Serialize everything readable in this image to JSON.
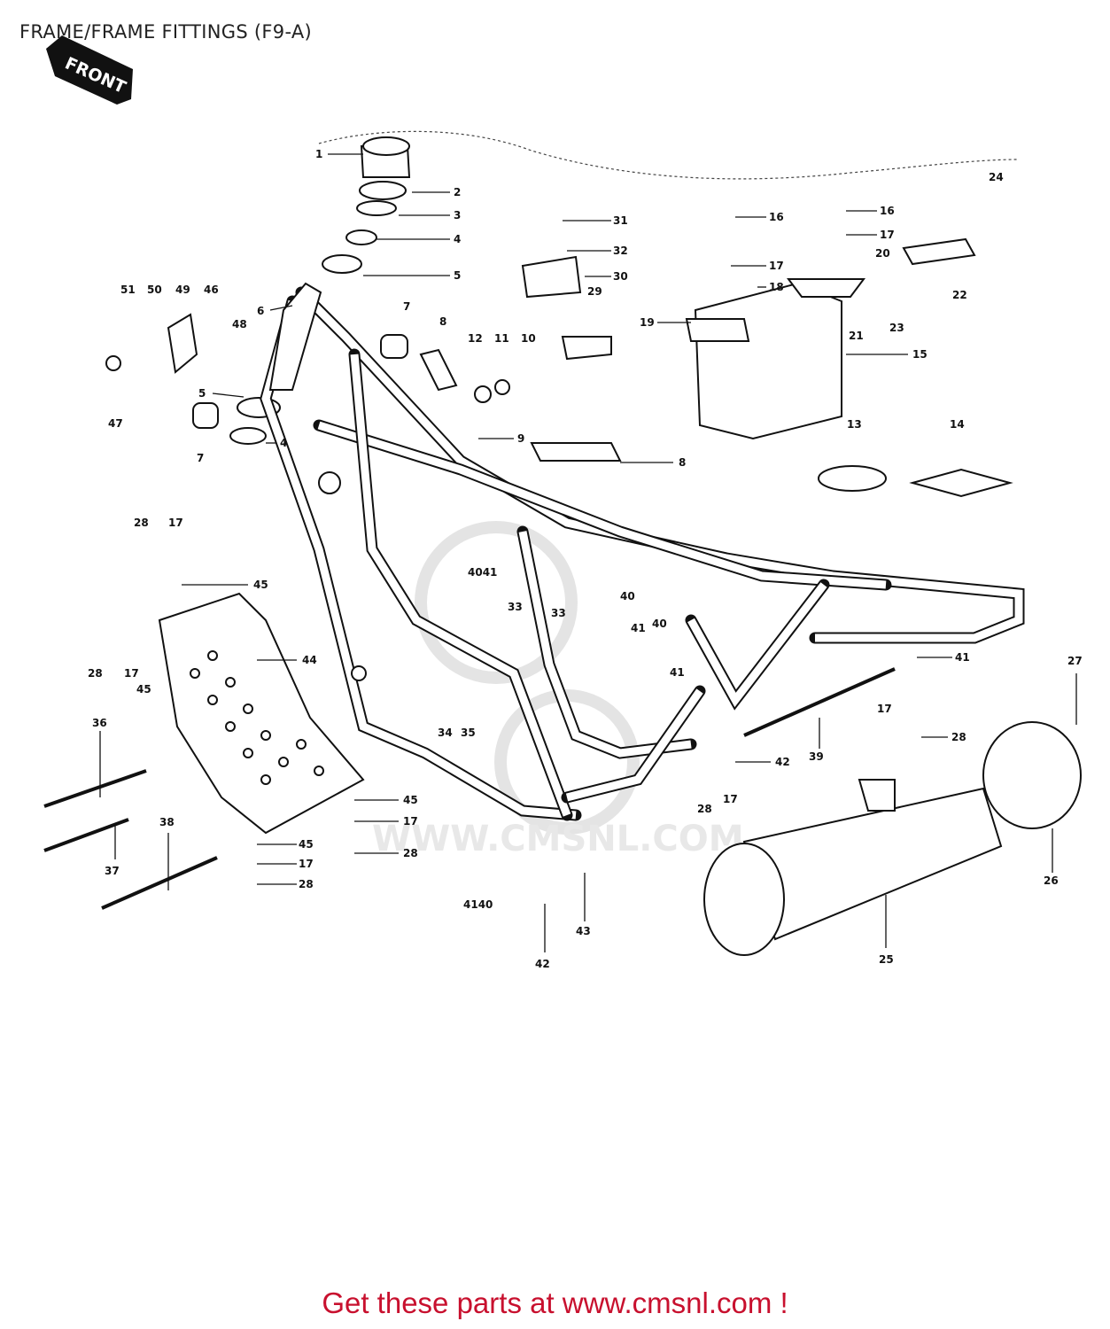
{
  "title": "FRAME/FRAME FITTINGS (F9-A)",
  "front_badge": "FRONT",
  "watermark": "WWW.CMSNL.COM",
  "footer": "Get these parts at www.cmsnl.com !",
  "callouts": [
    {
      "id": "c1",
      "text": "1"
    },
    {
      "id": "c2",
      "text": "2"
    },
    {
      "id": "c3",
      "text": "3"
    },
    {
      "id": "c4a",
      "text": "4"
    },
    {
      "id": "c5a",
      "text": "5"
    },
    {
      "id": "c6",
      "text": "6"
    },
    {
      "id": "c5b",
      "text": "5"
    },
    {
      "id": "c4b",
      "text": "4"
    },
    {
      "id": "c7a",
      "text": "7"
    },
    {
      "id": "c7b",
      "text": "7"
    },
    {
      "id": "c8a",
      "text": "8"
    },
    {
      "id": "c8b",
      "text": "8"
    },
    {
      "id": "c9",
      "text": "9"
    },
    {
      "id": "c10",
      "text": "10"
    },
    {
      "id": "c11",
      "text": "11"
    },
    {
      "id": "c12",
      "text": "12"
    },
    {
      "id": "c13",
      "text": "13"
    },
    {
      "id": "c14",
      "text": "14"
    },
    {
      "id": "c15",
      "text": "15"
    },
    {
      "id": "c16a",
      "text": "16"
    },
    {
      "id": "c16b",
      "text": "16"
    },
    {
      "id": "c17a",
      "text": "17"
    },
    {
      "id": "c17b",
      "text": "17"
    },
    {
      "id": "c18",
      "text": "18"
    },
    {
      "id": "c19",
      "text": "19"
    },
    {
      "id": "c20",
      "text": "20"
    },
    {
      "id": "c21",
      "text": "21"
    },
    {
      "id": "c22",
      "text": "22"
    },
    {
      "id": "c23",
      "text": "23"
    },
    {
      "id": "c24",
      "text": "24"
    },
    {
      "id": "c25",
      "text": "25"
    },
    {
      "id": "c26",
      "text": "26"
    },
    {
      "id": "c27",
      "text": "27"
    },
    {
      "id": "c28a",
      "text": "28"
    },
    {
      "id": "c28b",
      "text": "28"
    },
    {
      "id": "c28c",
      "text": "28"
    },
    {
      "id": "c28d",
      "text": "28"
    },
    {
      "id": "c28e",
      "text": "28"
    },
    {
      "id": "c28f",
      "text": "28"
    },
    {
      "id": "c29",
      "text": "29"
    },
    {
      "id": "c30",
      "text": "30"
    },
    {
      "id": "c31",
      "text": "31"
    },
    {
      "id": "c32",
      "text": "32"
    },
    {
      "id": "c33a",
      "text": "33"
    },
    {
      "id": "c33b",
      "text": "33"
    },
    {
      "id": "c34",
      "text": "34"
    },
    {
      "id": "c35",
      "text": "35"
    },
    {
      "id": "c36",
      "text": "36"
    },
    {
      "id": "c37",
      "text": "37"
    },
    {
      "id": "c38",
      "text": "38"
    },
    {
      "id": "c39",
      "text": "39"
    },
    {
      "id": "c4041",
      "text": "4041"
    },
    {
      "id": "c40a",
      "text": "40"
    },
    {
      "id": "c41a",
      "text": "41"
    },
    {
      "id": "c40b",
      "text": "40"
    },
    {
      "id": "c41b",
      "text": "41"
    },
    {
      "id": "c41c",
      "text": "41"
    },
    {
      "id": "c4140",
      "text": "4140"
    },
    {
      "id": "c42a",
      "text": "42"
    },
    {
      "id": "c42b",
      "text": "42"
    },
    {
      "id": "c43",
      "text": "43"
    },
    {
      "id": "c44",
      "text": "44"
    },
    {
      "id": "c45a",
      "text": "45"
    },
    {
      "id": "c45b",
      "text": "45"
    },
    {
      "id": "c45c",
      "text": "45"
    },
    {
      "id": "c45d",
      "text": "45"
    },
    {
      "id": "c17c",
      "text": "17"
    },
    {
      "id": "c17d",
      "text": "17"
    },
    {
      "id": "c17e",
      "text": "17"
    },
    {
      "id": "c17f",
      "text": "17"
    },
    {
      "id": "c17g",
      "text": "17"
    },
    {
      "id": "c17h",
      "text": "17"
    },
    {
      "id": "c17i",
      "text": "17"
    },
    {
      "id": "c46",
      "text": "46"
    },
    {
      "id": "c47",
      "text": "47"
    },
    {
      "id": "c48",
      "text": "48"
    },
    {
      "id": "c49",
      "text": "49"
    },
    {
      "id": "c50",
      "text": "50"
    },
    {
      "id": "c51",
      "text": "51"
    }
  ]
}
